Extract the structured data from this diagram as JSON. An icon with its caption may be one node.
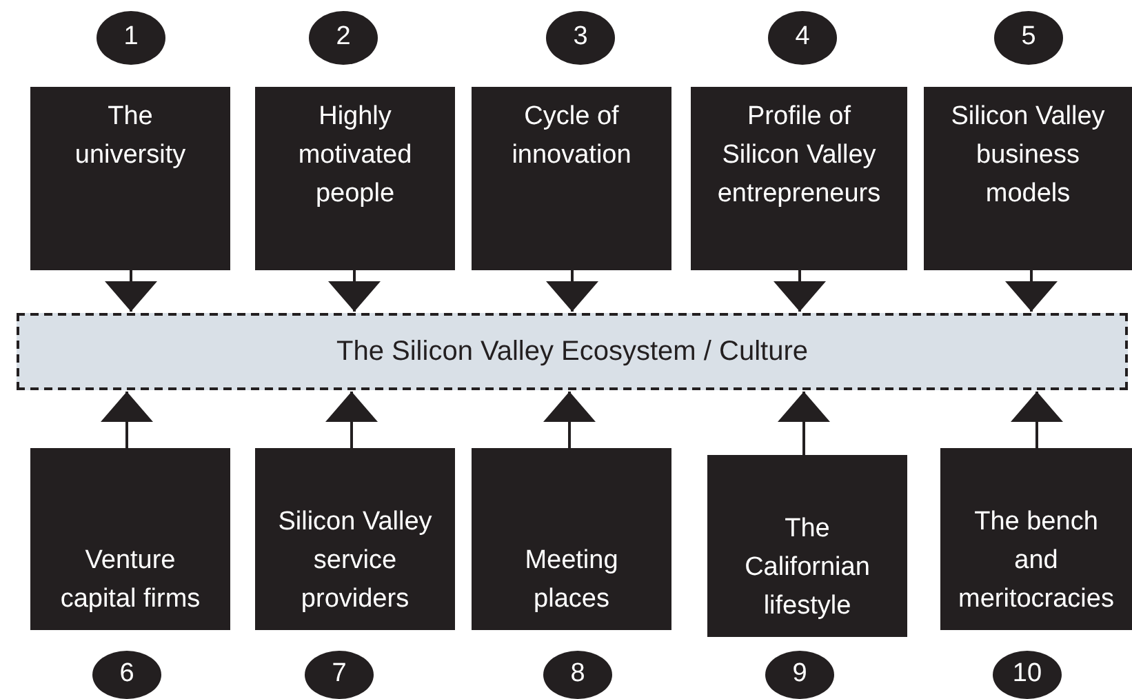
{
  "diagram": {
    "nodes": [
      {
        "text": [
          "1"
        ]
      },
      {
        "text": [
          "2"
        ]
      },
      {
        "text": [
          "3"
        ]
      },
      {
        "text": [
          "4"
        ]
      },
      {
        "text": [
          "5"
        ]
      },
      {
        "text": [
          "The university"
        ]
      },
      {
        "text": [
          "Highly motivated people"
        ]
      },
      {
        "text": [
          "Cycle of innovation"
        ]
      },
      {
        "text": [
          "Profile of Silicon Valley entrepreneurs"
        ]
      },
      {
        "text": [
          "Silicon Valley business models"
        ]
      },
      {
        "text": [
          "The Silicon Valley Ecosystem / Culture"
        ]
      },
      {
        "text": [
          "Venture capital firms"
        ]
      },
      {
        "text": [
          "Silicon Valley service providers"
        ]
      },
      {
        "text": [
          "Meeting places"
        ]
      },
      {
        "text": [
          "The Californian lifestyle"
        ]
      },
      {
        "text": [
          "The bench and meritocracies"
        ]
      },
      {
        "text": [
          "6"
        ]
      },
      {
        "text": [
          "7"
        ]
      },
      {
        "text": [
          "8"
        ]
      },
      {
        "text": [
          "9"
        ]
      },
      {
        "text": [
          "10"
        ]
      }
    ],
    "edges": [
      {
        "from": 5,
        "to": 10,
        "arrow": "to"
      },
      {
        "from": 6,
        "to": 10,
        "arrow": "to"
      },
      {
        "from": 7,
        "to": 10,
        "arrow": "to"
      },
      {
        "from": 8,
        "to": 10,
        "arrow": "to"
      },
      {
        "from": 9,
        "to": 10,
        "arrow": "to"
      },
      {
        "from": 11,
        "to": 10,
        "arrow": "to"
      },
      {
        "from": 12,
        "to": 10,
        "arrow": "to"
      },
      {
        "from": 13,
        "to": 10,
        "arrow": "to"
      },
      {
        "from": 14,
        "to": 10,
        "arrow": "to"
      },
      {
        "from": 15,
        "to": 10,
        "arrow": "to"
      }
    ]
  }
}
